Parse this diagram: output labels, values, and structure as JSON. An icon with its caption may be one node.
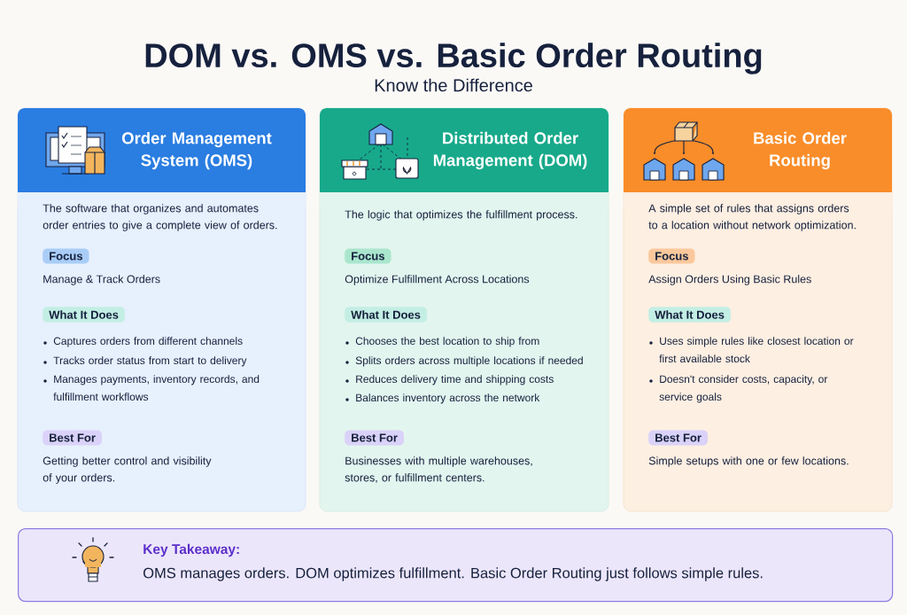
{
  "diagram": {
    "title": "DOM vs. OMS vs. Basic Order Routing",
    "nodes": [
      {
        "text": [
          "Order Management System (OMS)",
          "The software that organizes and automates order entries to give a complete view of orders.",
          "Manage & Track Orders",
          "Captures orders from different channels",
          "Tracks order status from start to delivery",
          "Manages payments, inventory records, and fulfillment workflows",
          "Getting better control and visibility of your orders."
        ]
      },
      {
        "text": [
          "Focus"
        ],
        "in": 0
      },
      {
        "text": [
          "What It Does"
        ],
        "in": 0
      },
      {
        "text": [
          "Best For"
        ],
        "in": 0
      },
      {
        "text": [
          "Distributed Order Management (DOM)",
          "The logic that optimizes the fulfillment process.",
          "Optimize Fulfillment Across Locations",
          "Chooses the best location to ship from",
          "Splits orders across multiple locations if needed",
          "Reduces delivery time and shipping costs",
          "Balances inventory across the network",
          "Businesses with multiple warehouses, stores, or fulfillment centers."
        ]
      },
      {
        "text": [
          "Focus"
        ],
        "in": 4
      },
      {
        "text": [
          "What It Does"
        ],
        "in": 4
      },
      {
        "text": [
          "Best For"
        ],
        "in": 4
      },
      {
        "text": [
          "Basic Order Routing",
          "A simple set of rules that assigns orders to a location without network optimization.",
          "Assign Orders Using Basic Rules",
          "Uses simple rules like closest location or first available stock",
          "Doesn't consider costs, capacity, or service goals",
          "Simple setups with one or few locations."
        ]
      },
      {
        "text": [
          "Focus"
        ],
        "in": 8
      },
      {
        "text": [
          "What It Does"
        ],
        "in": 8
      },
      {
        "text": [
          "Best For"
        ],
        "in": 8
      },
      {
        "text": [
          "Key Takeaway:",
          "OMS manages orders. DOM optimizes fulfillment. Basic Order Routing just follows simple rules."
        ]
      }
    ],
    "labels": [
      "Know the Difference"
    ]
  }
}
